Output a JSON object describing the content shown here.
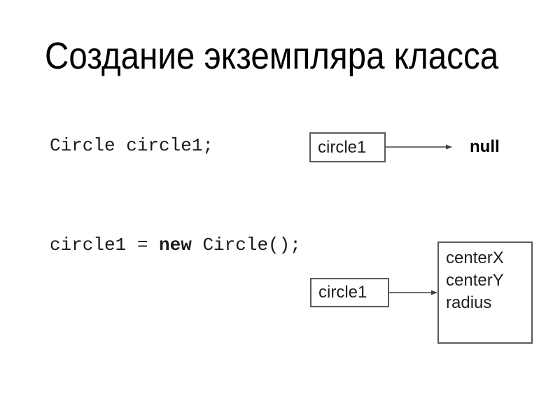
{
  "slide": {
    "title": "Создание экземпляра класса",
    "code": {
      "line1": "Circle circle1;",
      "line2_pre": "circle1 = ",
      "line2_keyword": "new",
      "line2_post": " Circle();"
    },
    "declaration_diagram": {
      "ref_label": "circle1",
      "value": "null"
    },
    "instantiation_diagram": {
      "ref_label": "circle1",
      "fields": [
        "centerX",
        "centerY",
        "radius"
      ]
    },
    "colors": {
      "bg": "#ffffff",
      "title-text": "#000000",
      "code-text": "#1a1a1a",
      "box-border": "#595959",
      "arrow": "#404040"
    }
  }
}
